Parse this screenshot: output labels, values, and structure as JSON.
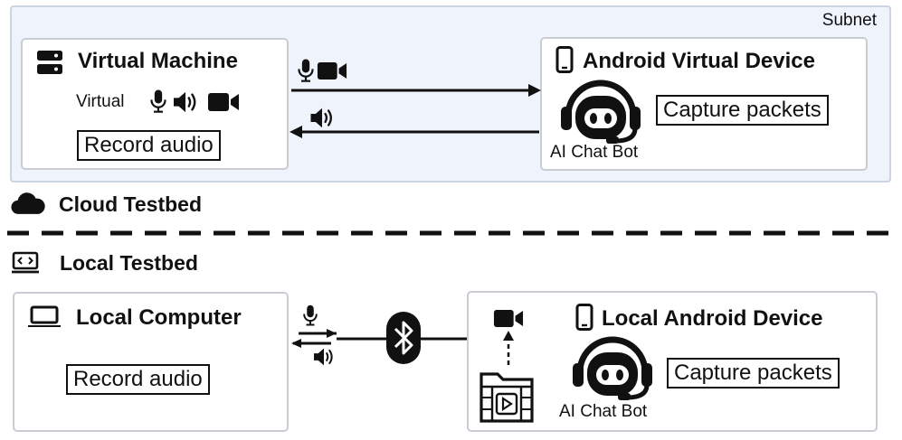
{
  "cloud": {
    "subnet_label": "Subnet",
    "vm": {
      "title": "Virtual Machine",
      "virtual_label": "Virtual",
      "record_label": "Record audio"
    },
    "avd": {
      "title": "Android Virtual Device",
      "capture_label": "Capture packets",
      "bot_label": "AI Chat Bot"
    },
    "section_label": "Cloud Testbed"
  },
  "local": {
    "section_label": "Local Testbed",
    "computer": {
      "title": "Local Computer",
      "record_label": "Record audio"
    },
    "device": {
      "title": "Local Android Device",
      "capture_label": "Capture packets",
      "bot_label": "AI Chat Bot"
    }
  },
  "icons": [
    "server-icon",
    "microphone-icon",
    "speaker-icon",
    "video-camera-icon",
    "smartphone-icon",
    "chatbot-headset-icon",
    "cloud-icon",
    "code-laptop-icon",
    "laptop-icon",
    "bluetooth-icon",
    "video-folder-icon"
  ]
}
